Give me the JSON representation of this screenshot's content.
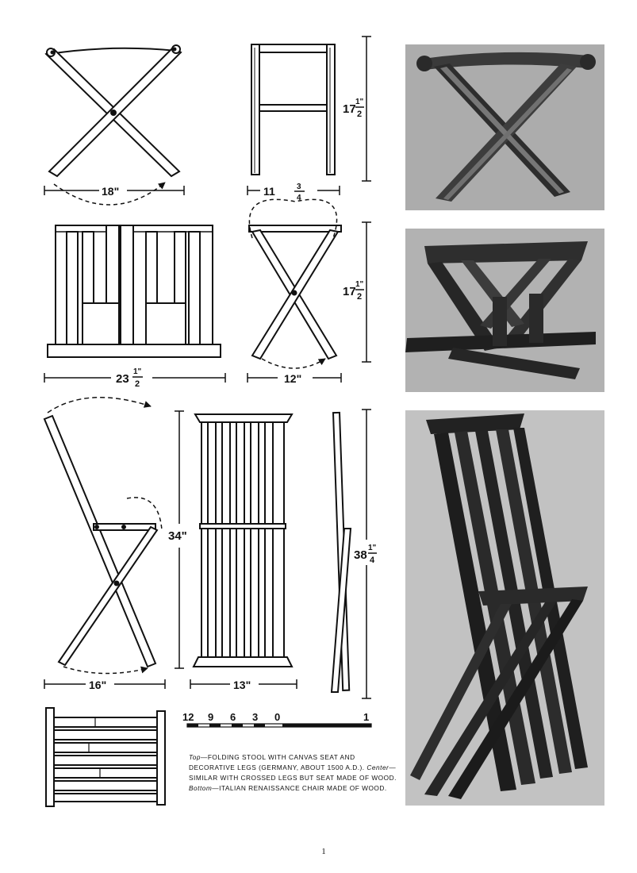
{
  "dimensions": {
    "top_width": "18\"",
    "top_side_width_whole": "11",
    "top_side_width_num": "3",
    "top_side_width_den": "4",
    "top_height_whole": "17",
    "top_height_num": "1\"",
    "top_height_den": "2",
    "mid_width_whole": "23",
    "mid_width_num": "1\"",
    "mid_width_den": "2",
    "mid_side_width": "12\"",
    "mid_height_whole": "17",
    "mid_height_num": "1\"",
    "mid_height_den": "2",
    "chair_height": "34\"",
    "chair_leg_span": "16\"",
    "chair_width": "13\"",
    "chair_total_whole": "38",
    "chair_total_num": "1\"",
    "chair_total_den": "4"
  },
  "scale": {
    "ticks": [
      "12",
      "9",
      "6",
      "3",
      "0",
      "1"
    ]
  },
  "caption": {
    "top_label": "Top",
    "top_text": "—FOLDING STOOL WITH CANVAS SEAT AND DECORATIVE LEGS (GERMANY, ABOUT 1500 A.D.).",
    "center_label": "Center",
    "center_text": "—SIMILAR WITH CROSSED LEGS BUT SEAT MADE OF WOOD.",
    "bottom_label": "Bottom",
    "bottom_text": "—ITALIAN RENAISSANCE CHAIR MADE OF WOOD."
  },
  "page_number": "1"
}
